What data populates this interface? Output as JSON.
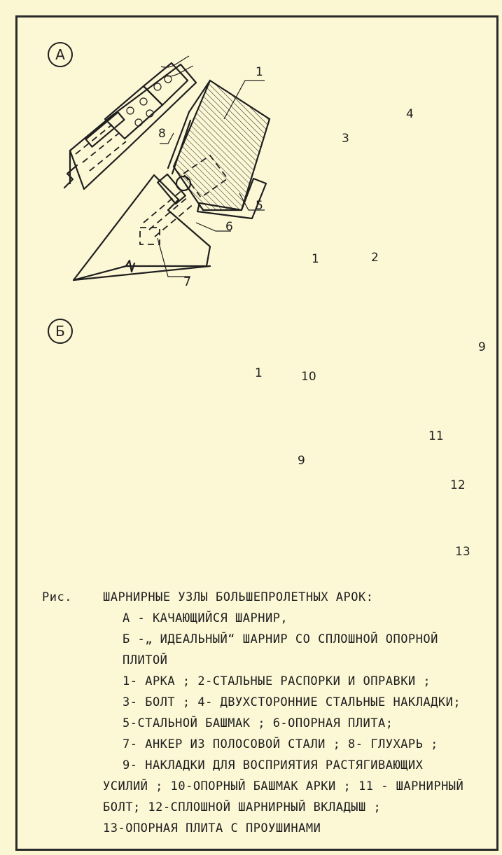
{
  "panels": {
    "a": {
      "letter": "А",
      "labels": [
        "1",
        "4",
        "3",
        "8",
        "5",
        "6",
        "7",
        "1",
        "2"
      ]
    },
    "b": {
      "letter": "Б",
      "labels": [
        "1",
        "9",
        "10",
        "11",
        "9",
        "12",
        "13"
      ]
    }
  },
  "caption": {
    "prefix": "Рис.",
    "title": "ШАРНИРНЫЕ УЗЛЫ БОЛЬШЕПРОЛЕТНЫХ АРОК:",
    "lines": [
      "А - КАЧАЮЩИЙСЯ  ШАРНИР,",
      "Б -„ ИДЕАЛЬНЫЙ“ ШАРНИР СО СПЛОШНОЙ ОПОРНОЙ",
      "ПЛИТОЙ",
      "1- АРКА ; 2-СТАЛЬНЫЕ РАСПОРКИ И ОПРАВКИ ;",
      "3- БОЛТ ; 4- ДВУХСТОРОННИЕ СТАЛЬНЫЕ НАКЛАДКИ;",
      "5-СТАЛЬНОЙ БАШМАК ; 6-ОПОРНАЯ ПЛИТА;",
      "7- АНКЕР ИЗ ПОЛОСОВОЙ СТАЛИ ; 8- ГЛУХАРЬ ;",
      "9- НАКЛАДКИ ДЛЯ ВОСПРИЯТИЯ РАСТЯГИВАЮЩИХ",
      "УСИЛИЙ ; 10-ОПОРНЫЙ БАШМАК АРКИ ; 11 - ШАРНИРНЫЙ",
      "БОЛТ; 12-СПЛОШНОЙ ШАРНИРНЫЙ ВКЛАДЫШ ;",
      "13-ОПОРНАЯ ПЛИТА С ПРОУШИНАМИ"
    ]
  }
}
